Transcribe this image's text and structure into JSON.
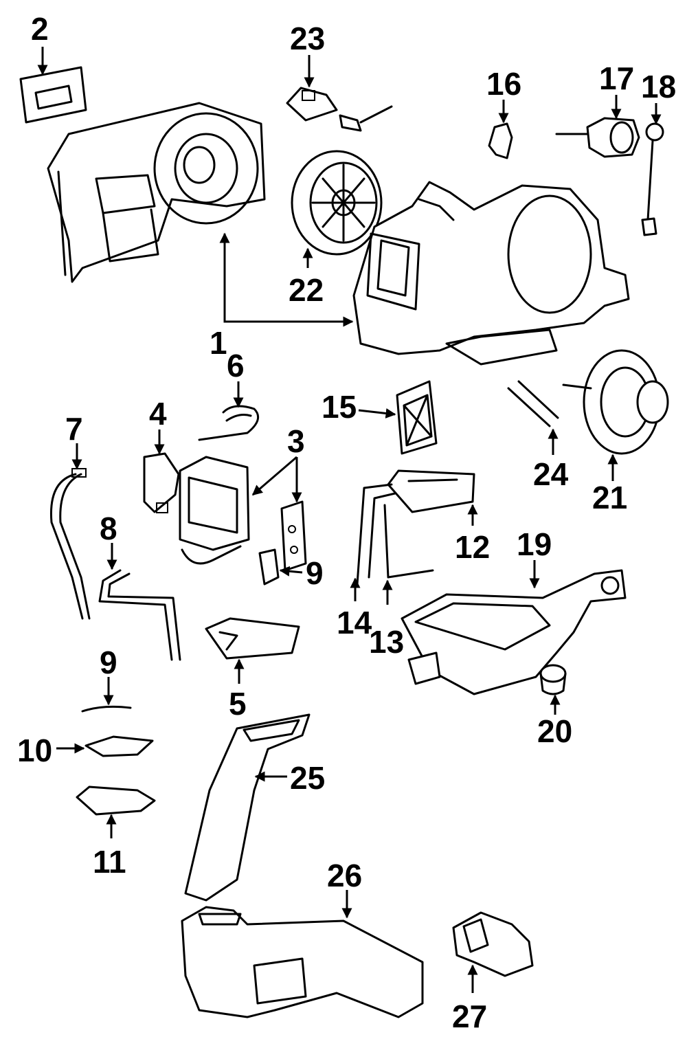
{
  "callouts": {
    "c1": "1",
    "c2": "2",
    "c3": "3",
    "c4": "4",
    "c5": "5",
    "c6": "6",
    "c7": "7",
    "c8": "8",
    "c9a": "9",
    "c9b": "9",
    "c10": "10",
    "c11": "11",
    "c12": "12",
    "c13": "13",
    "c14": "14",
    "c15": "15",
    "c16": "16",
    "c17": "17",
    "c18": "18",
    "c19": "19",
    "c20": "20",
    "c21": "21",
    "c22": "22",
    "c23": "23",
    "c24": "24",
    "c25": "25",
    "c26": "26",
    "c27": "27"
  },
  "colors": {
    "line": "#000000",
    "background": "#ffffff"
  }
}
